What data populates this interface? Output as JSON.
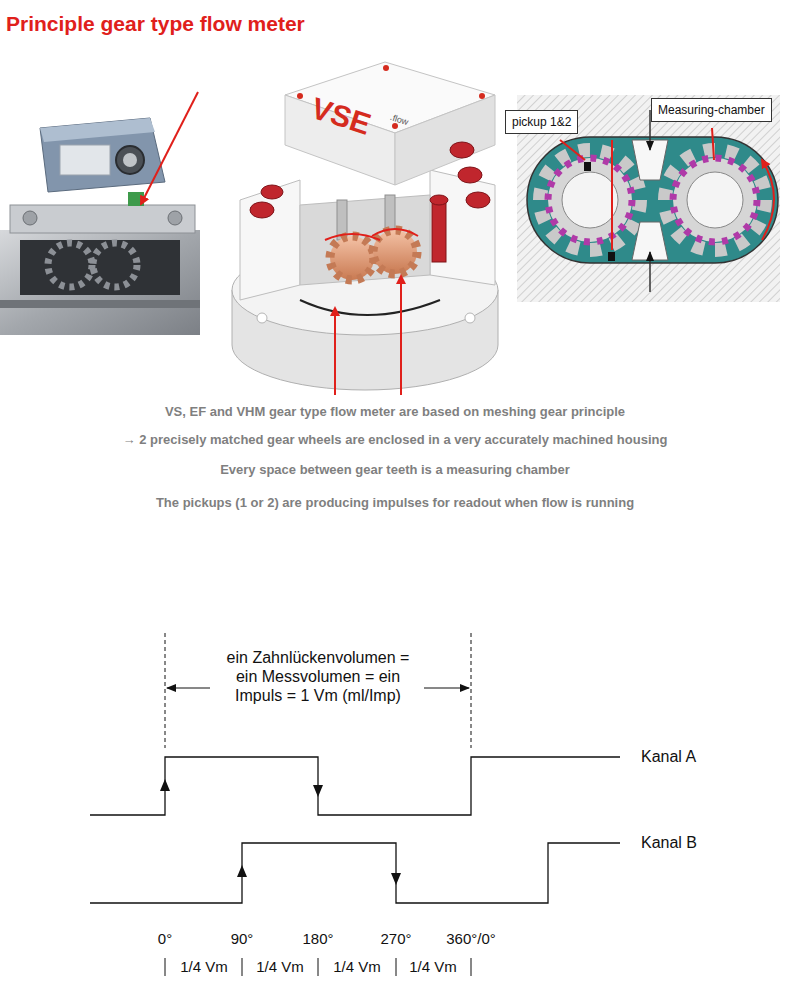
{
  "diagram": {
    "title": "Principle gear type flow meter",
    "nodes": [
      {
        "text": [
          "pickup 1&2"
        ]
      },
      {
        "text": [
          "Measuring-chamber"
        ]
      }
    ],
    "labels": [
      "VSE",
      ".flow",
      "VS, EF and VHM gear type flow meter are based on meshing gear principle",
      "→ 2 precisely matched gear wheels are enclosed in a very accurately machined housing",
      "Every space between gear teeth is a measuring chamber",
      "The pickups (1 or 2) are producing impulses for readout when flow is running",
      "ein Zahnlückenvolumen = ein Messvolumen = ein Impuls = 1 Vm (ml/Imp)",
      "Kanal A",
      "Kanal B",
      "0°",
      "90°",
      "180°",
      "270°",
      "360°/0°",
      "1/4 Vm",
      "1/4 Vm",
      "1/4 Vm",
      "1/4 Vm"
    ]
  }
}
